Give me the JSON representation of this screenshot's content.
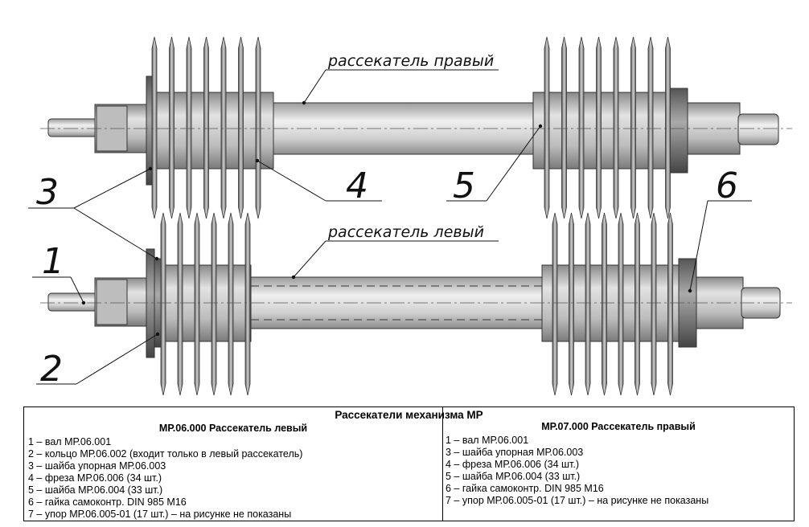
{
  "drawing": {
    "label_right": "рассекатель правый",
    "label_left": "рассекатель левый",
    "callouts": [
      "1",
      "2",
      "3",
      "4",
      "5",
      "6"
    ]
  },
  "legend": {
    "title": "Рассекатели механизма МР",
    "left": {
      "heading": "МР.06.000 Рассекатель левый",
      "items": [
        "1 – вал МР.06.001",
        "2 – кольцо МР.06.002 (входит только в левый рассекатель)",
        "3 – шайба упорная МР.06.003",
        "4 – фреза МР.06.006 (34 шт.)",
        "5 – шайба МР.06.004 (33 шт.)",
        "6 – гайка самоконтр. DIN 985 M16",
        "7 – упор МР.06.005-01 (17 шт.) – на рисунке не показаны"
      ]
    },
    "right": {
      "heading": "МР.07.000 Рассекатель правый",
      "items": [
        "1 – вал МР.06.001",
        "3 – шайба упорная МР.06.003",
        "4 – фреза МР.06.006 (34 шт.)",
        "5 – шайба МР.06.004 (33 шт.)",
        "6 – гайка самоконтр. DIN 985 M16",
        "7 – упор МР.06.005-01 (17 шт.) – на рисунке не показаны"
      ]
    }
  }
}
